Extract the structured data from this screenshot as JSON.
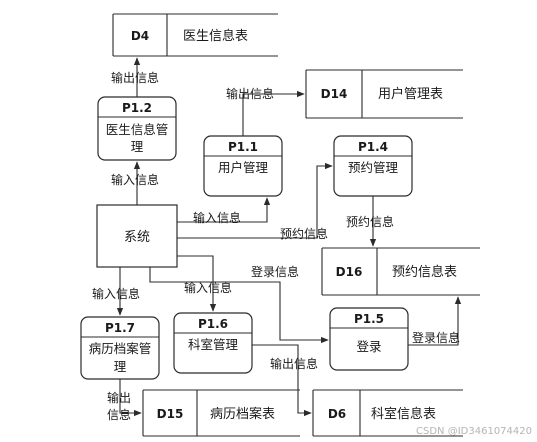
{
  "entity": {
    "label": "系统"
  },
  "processes": {
    "p12": {
      "id": "P1.2",
      "name_line1": "医生信息管",
      "name_line2": "理"
    },
    "p11": {
      "id": "P1.1",
      "name_line1": "用户管理"
    },
    "p14": {
      "id": "P1.4",
      "name_line1": "预约管理"
    },
    "p17": {
      "id": "P1.7",
      "name_line1": "病历档案管",
      "name_line2": "理"
    },
    "p16": {
      "id": "P1.6",
      "name_line1": "科室管理"
    },
    "p15": {
      "id": "P1.5",
      "name_line1": "登录"
    }
  },
  "stores": {
    "d4": {
      "id": "D4",
      "name": "医生信息表"
    },
    "d14": {
      "id": "D14",
      "name": "用户管理表"
    },
    "d16": {
      "id": "D16",
      "name": "预约信息表"
    },
    "d15": {
      "id": "D15",
      "name": "病历档案表"
    },
    "d6": {
      "id": "D6",
      "name": "科室信息表"
    }
  },
  "flows": {
    "p12_to_d4": "输出信息",
    "sys_to_p12": "输入信息",
    "p11_to_d14": "输出信息",
    "sys_to_p11": "输入信息",
    "sys_to_p14": "预约信息",
    "p14_to_d16": "预约信息",
    "sys_to_p15": "登录信息",
    "p15_to_d16": "登录信息",
    "sys_to_p17": "输入信息",
    "sys_to_p16": "输入信息",
    "p17_to_d15_line1": "输出",
    "p17_to_d15_line2": "信息",
    "p16_to_d6": "输出信息"
  },
  "watermark": "CSDN @ID3461074420"
}
